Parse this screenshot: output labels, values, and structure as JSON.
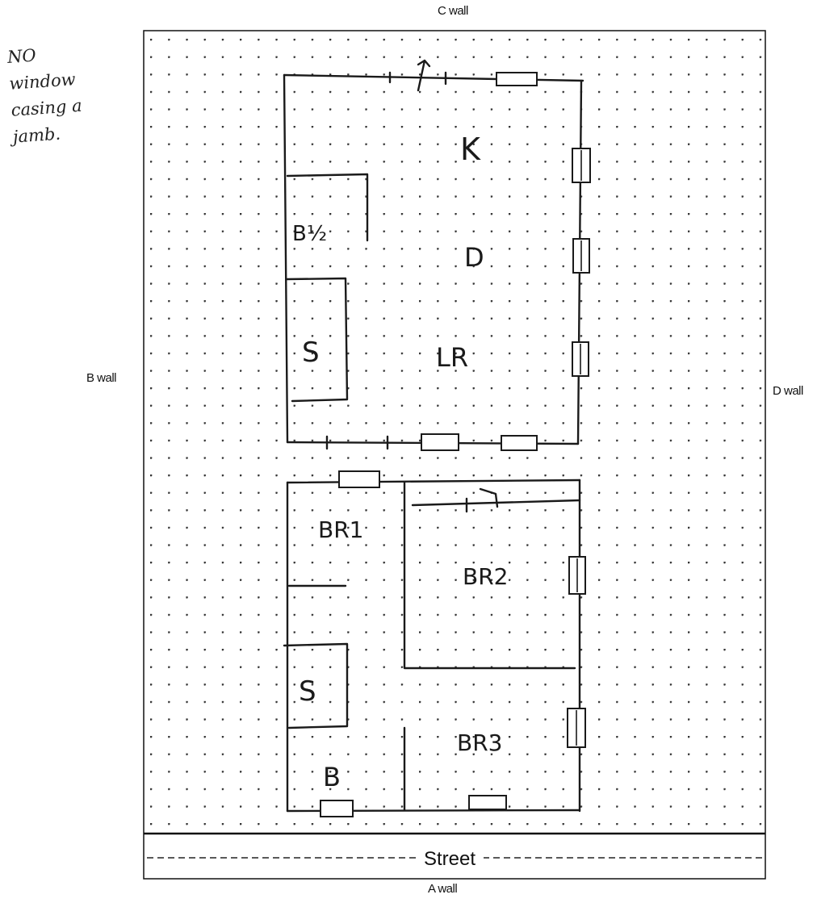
{
  "walls": {
    "top": "C wall",
    "left": "B wall",
    "right": "D wall",
    "bottom": "A wall"
  },
  "street_label": "Street",
  "note_lines": [
    "NO",
    "window",
    "casing a",
    "jamb."
  ],
  "upper_unit": {
    "kitchen": "K",
    "half_bath": "B½",
    "dining": "D",
    "storage": "S",
    "living_room": "LR"
  },
  "lower_unit": {
    "bedroom1": "BR1",
    "bedroom2": "BR2",
    "storage": "S",
    "bath": "B",
    "bedroom3": "BR3"
  },
  "colors": {
    "ink": "#1a1a1a",
    "grid_dot": "#333333",
    "frame": "#111111"
  }
}
